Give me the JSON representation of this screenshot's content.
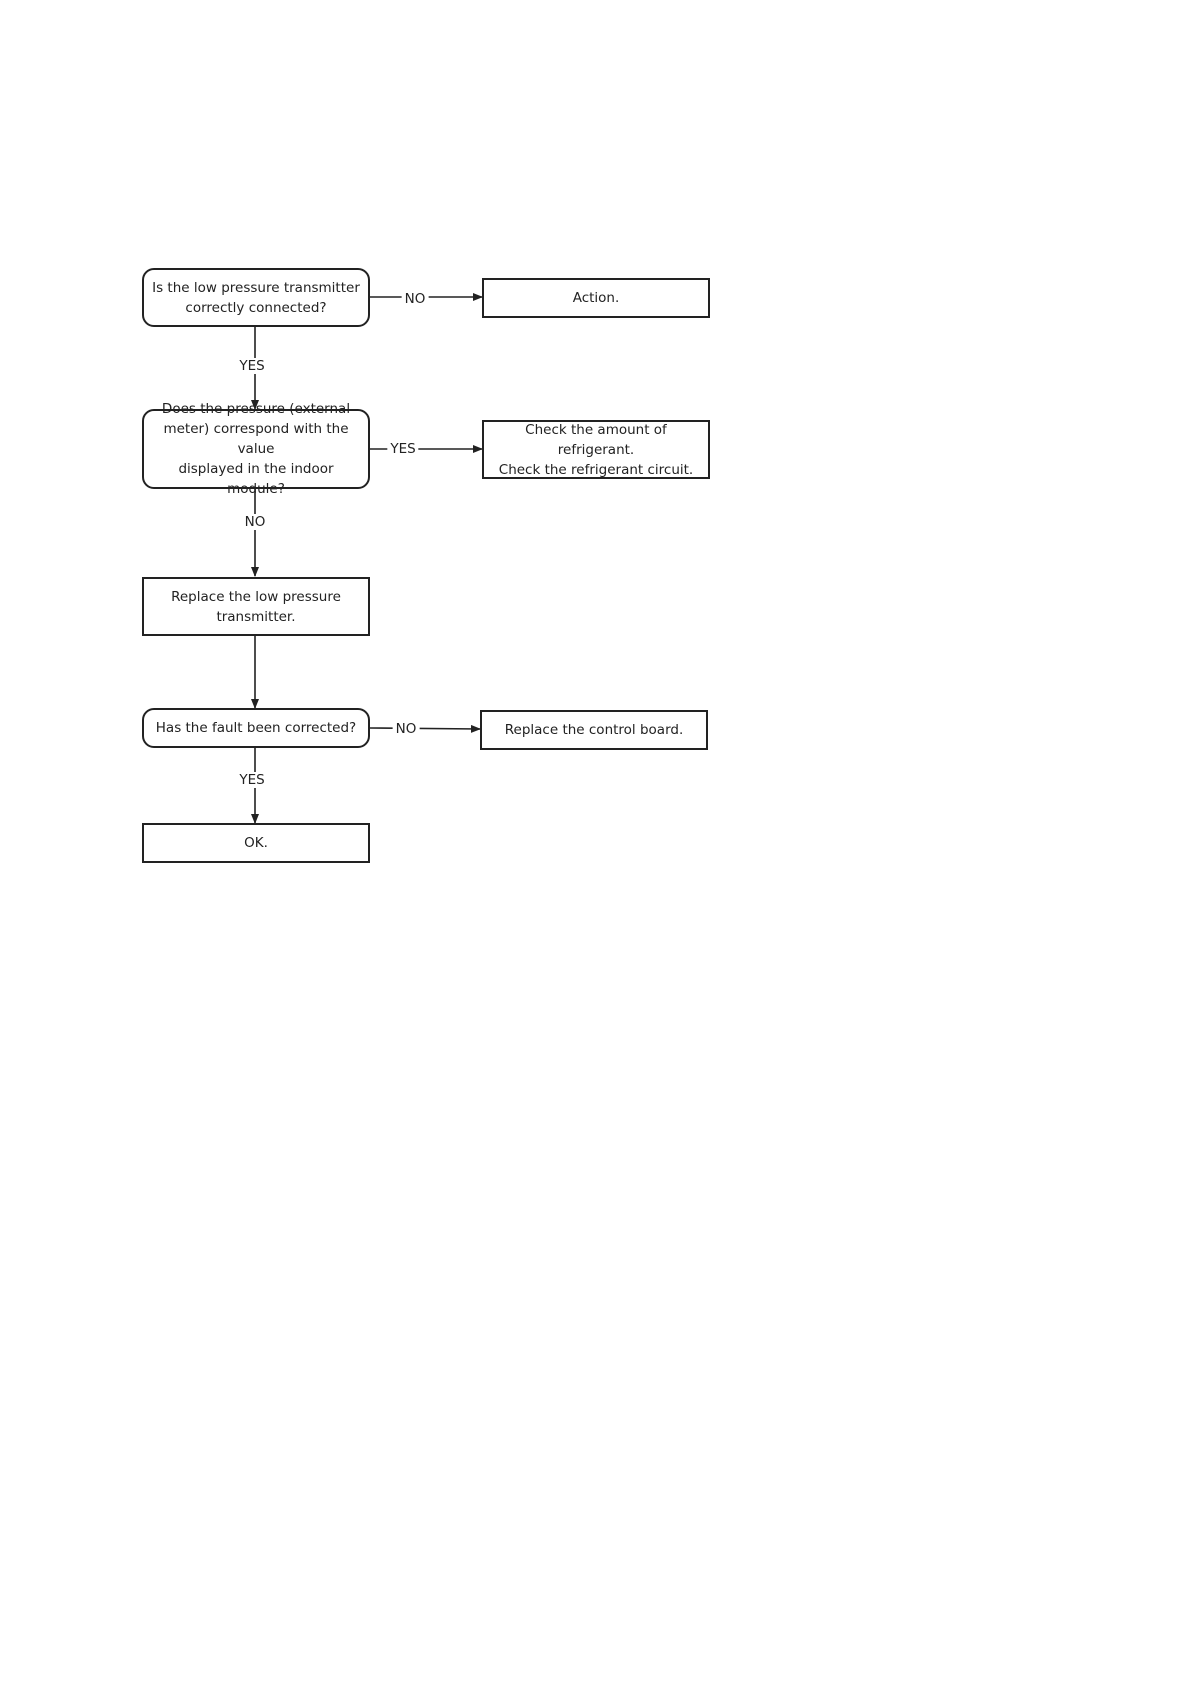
{
  "nodes": {
    "q1": "Is the low pressure transmitter\ncorrectly connected?",
    "action": "Action.",
    "q2": "Does the pressure (external\nmeter) correspond with the value\ndisplayed in the indoor module?",
    "check": "Check the amount of refrigerant.\nCheck the refrigerant circuit.",
    "replace_transmitter": "Replace the low pressure\ntransmitter.",
    "q3": "Has the fault been corrected?",
    "replace_board": "Replace the control board.",
    "ok": "OK."
  },
  "edges": {
    "q1_no": "NO",
    "q1_yes": "YES",
    "q2_yes": "YES",
    "q2_no": "NO",
    "q3_no": "NO",
    "q3_yes": "YES"
  }
}
